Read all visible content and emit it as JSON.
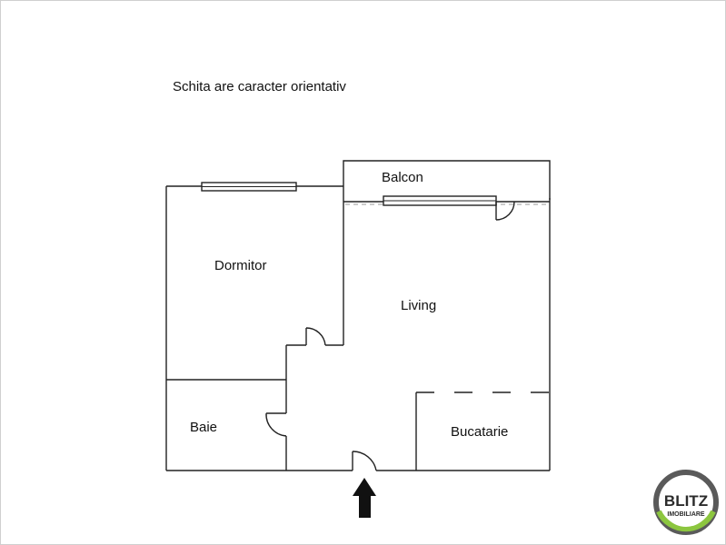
{
  "note": "Schita are caracter orientativ",
  "rooms": {
    "balcon": "Balcon",
    "dormitor": "Dormitor",
    "living": "Living",
    "baie": "Baie",
    "bucatarie": "Bucatarie"
  },
  "logo": {
    "brand": "BLITZ",
    "sub": "IMOBILIARE",
    "ring_color": "#8cc63f"
  }
}
